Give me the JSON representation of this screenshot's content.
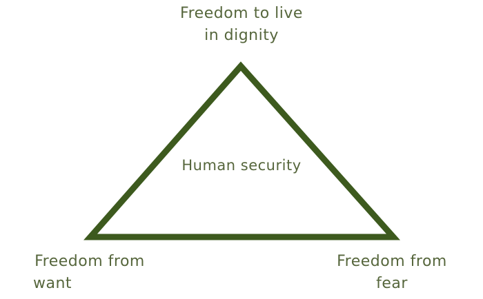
{
  "diagram": {
    "type": "triangle",
    "center_label": "Human security",
    "vertices": {
      "top": [
        "Freedom to live",
        "in dignity"
      ],
      "bottom_left": [
        "Freedom from",
        "want"
      ],
      "bottom_right": [
        "Freedom from",
        "fear"
      ]
    },
    "colors": {
      "stroke": "#3d5a1e",
      "text": "#56663c",
      "background": "#ffffff"
    }
  }
}
